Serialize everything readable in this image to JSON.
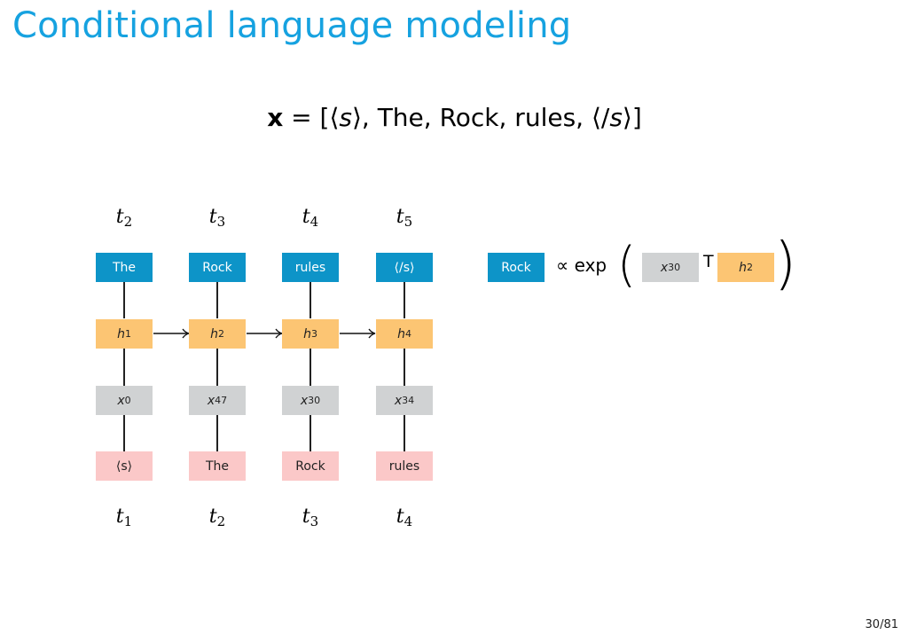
{
  "slide": {
    "title": "Conditional language modeling",
    "page_number": "30/81"
  },
  "formula": {
    "var": "x",
    "equals": " = [⟨",
    "s1": "s",
    "mid": "⟩, The, Rock, rules, ⟨/",
    "s2": "s",
    "end": "⟩]"
  },
  "diagram": {
    "top_time_labels": [
      {
        "t": "t",
        "sub": "2"
      },
      {
        "t": "t",
        "sub": "3"
      },
      {
        "t": "t",
        "sub": "4"
      },
      {
        "t": "t",
        "sub": "5"
      }
    ],
    "bottom_time_labels": [
      {
        "t": "t",
        "sub": "1"
      },
      {
        "t": "t",
        "sub": "2"
      },
      {
        "t": "t",
        "sub": "3"
      },
      {
        "t": "t",
        "sub": "4"
      }
    ],
    "outputs": [
      "The",
      "Rock",
      "rules",
      "⟨/s⟩"
    ],
    "hidden": [
      {
        "v": "h",
        "sub": "1"
      },
      {
        "v": "h",
        "sub": "2"
      },
      {
        "v": "h",
        "sub": "3"
      },
      {
        "v": "h",
        "sub": "4"
      }
    ],
    "embeddings": [
      {
        "v": "x",
        "sub": "0"
      },
      {
        "v": "x",
        "sub": "47"
      },
      {
        "v": "x",
        "sub": "30"
      },
      {
        "v": "x",
        "sub": "34"
      }
    ],
    "inputs": [
      "⟨s⟩",
      "The",
      "Rock",
      "rules"
    ]
  },
  "equation": {
    "lhs": "Rock",
    "prop": "∝ exp",
    "open_paren": "(",
    "emb": {
      "v": "x",
      "sub": "30"
    },
    "transpose": "T",
    "hid": {
      "v": "h",
      "sub": "2"
    },
    "close_paren": ")"
  },
  "colors": {
    "title": "#16a2e0",
    "output": "#0d94c8",
    "hidden": "#fcc573",
    "embedding": "#d0d2d3",
    "input": "#fbc8c8"
  }
}
